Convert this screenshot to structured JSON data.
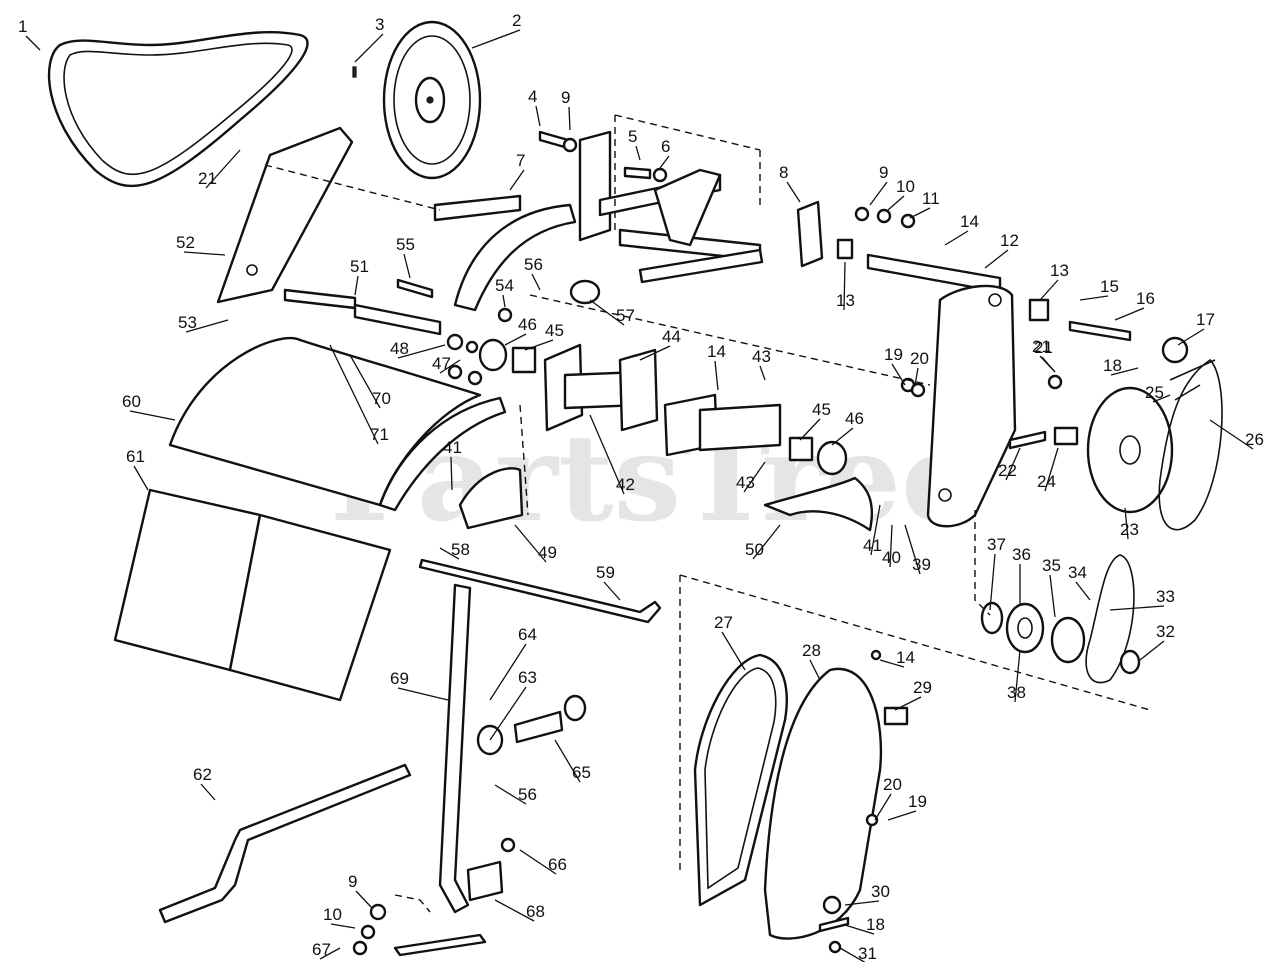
{
  "watermark": {
    "text": "PartsTree",
    "mark": "™"
  },
  "callouts": [
    {
      "label": "1"
    },
    {
      "label": "2"
    },
    {
      "label": "3"
    },
    {
      "label": "4"
    },
    {
      "label": "9"
    },
    {
      "label": "5"
    },
    {
      "label": "6"
    },
    {
      "label": "7"
    },
    {
      "label": "8"
    },
    {
      "label": "9"
    },
    {
      "label": "10"
    },
    {
      "label": "11"
    },
    {
      "label": "14"
    },
    {
      "label": "12"
    },
    {
      "label": "13"
    },
    {
      "label": "13"
    },
    {
      "label": "15"
    },
    {
      "label": "16"
    },
    {
      "label": "17"
    },
    {
      "label": "18"
    },
    {
      "label": "21"
    },
    {
      "label": "52"
    },
    {
      "label": "55"
    },
    {
      "label": "51"
    },
    {
      "label": "56"
    },
    {
      "label": "54"
    },
    {
      "label": "57"
    },
    {
      "label": "53"
    },
    {
      "label": "46"
    },
    {
      "label": "45"
    },
    {
      "label": "44"
    },
    {
      "label": "48"
    },
    {
      "label": "47"
    },
    {
      "label": "14"
    },
    {
      "label": "43"
    },
    {
      "label": "19"
    },
    {
      "label": "20"
    },
    {
      "label": "21"
    },
    {
      "label": "25"
    },
    {
      "label": "26"
    },
    {
      "label": "60"
    },
    {
      "label": "70"
    },
    {
      "label": "71"
    },
    {
      "label": "45"
    },
    {
      "label": "46"
    },
    {
      "label": "42"
    },
    {
      "label": "43"
    },
    {
      "label": "22"
    },
    {
      "label": "24"
    },
    {
      "label": "23"
    },
    {
      "label": "61"
    },
    {
      "label": "41"
    },
    {
      "label": "49"
    },
    {
      "label": "50"
    },
    {
      "label": "41"
    },
    {
      "label": "40"
    },
    {
      "label": "39"
    },
    {
      "label": "37"
    },
    {
      "label": "36"
    },
    {
      "label": "35"
    },
    {
      "label": "34"
    },
    {
      "label": "33"
    },
    {
      "label": "58"
    },
    {
      "label": "59"
    },
    {
      "label": "27"
    },
    {
      "label": "28"
    },
    {
      "label": "14"
    },
    {
      "label": "29"
    },
    {
      "label": "32"
    },
    {
      "label": "38"
    },
    {
      "label": "64"
    },
    {
      "label": "63"
    },
    {
      "label": "69"
    },
    {
      "label": "65"
    },
    {
      "label": "56"
    },
    {
      "label": "62"
    },
    {
      "label": "20"
    },
    {
      "label": "19"
    },
    {
      "label": "66"
    },
    {
      "label": "9"
    },
    {
      "label": "10"
    },
    {
      "label": "67"
    },
    {
      "label": "68"
    },
    {
      "label": "30"
    },
    {
      "label": "18"
    },
    {
      "label": "31"
    },
    {
      "label": "21"
    }
  ]
}
